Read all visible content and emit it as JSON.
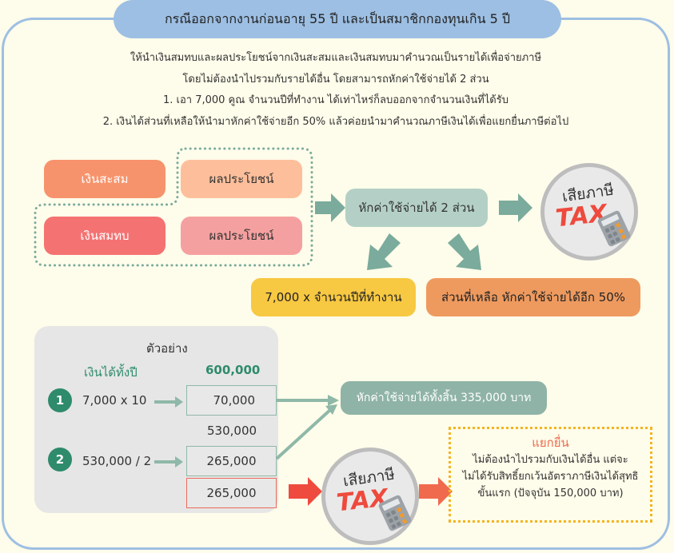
{
  "title": "กรณีออกจากงานก่อนอายุ 55 ปี และเป็นสมาชิกกองทุนเกิน 5 ปี",
  "intro": {
    "line1": "ให้นำเงินสมทบและผลประโยชน์จากเงินสะสมและเงินสมทบมาคำนวณเป็นรายได้เพื่อจ่ายภาษี",
    "line2": "โดยไม่ต้องนำไปรวมกับรายได้อื่น โดยสามารถหักค่าใช้จ่ายได้ 2 ส่วน",
    "line3": "1. เอา 7,000 คูณ จำนวนปีที่ทำงาน ได้เท่าไหร่ก็ลบออกจากจำนวนเงินที่ได้รับ",
    "line4": "2. เงินได้ส่วนที่เหลือให้นำมาหักค่าใช้จ่ายอีก 50% แล้วค่อยนำมาคำนวณภาษีเงินได้เพื่อแยกยื่นภาษีต่อไป"
  },
  "boxes": {
    "accumulated": "เงินสะสม",
    "benefit1": "ผลประโยชน์",
    "contribution": "เงินสมทบ",
    "benefit2": "ผลประโยชน์",
    "deduct_two": "หักค่าใช้จ่ายได้ 2 ส่วน",
    "rule1": "7,000 x จำนวนปีที่ทำงาน",
    "rule2": "ส่วนที่เหลือ หักค่าใช้จ่ายได้อีก 50%"
  },
  "tax_badge": {
    "thai": "เสียภาษี",
    "en": "TAX"
  },
  "example": {
    "title": "ตัวอย่าง",
    "income_label": "เงินได้ทั้งปี",
    "income_value": "600,000",
    "step1": {
      "num": "1",
      "formula": "7,000 x 10",
      "result": "70,000"
    },
    "remaining": "530,000",
    "step2": {
      "num": "2",
      "formula": "530,000 / 2",
      "result": "265,000"
    },
    "taxable": "265,000"
  },
  "total_deduction": "หักค่าใช้จ่ายได้ทั้งสิ้น 335,000 บาท",
  "note": {
    "heading": "แยกยื่น",
    "line1": "ไม่ต้องนำไปรวมกับเงินได้อื่น แต่จะ",
    "line2": "ไม่ได้รับสิทธิ์ยกเว้นอัตราภาษีเงินได้สุทธิ",
    "line3": "ขั้นแรก (ปัจจุบัน 150,000 บาท)"
  },
  "colors": {
    "frame": "#9dbfe3",
    "background": "#fefcea",
    "teal": "#7aab9c",
    "accumulated": "#f7936c",
    "benefit1": "#fdbf9b",
    "contribution": "#f57272",
    "benefit2": "#f5a0a0",
    "rule1": "#f7c842",
    "rule2": "#ee9a5f",
    "red": "#ee4a3d"
  }
}
